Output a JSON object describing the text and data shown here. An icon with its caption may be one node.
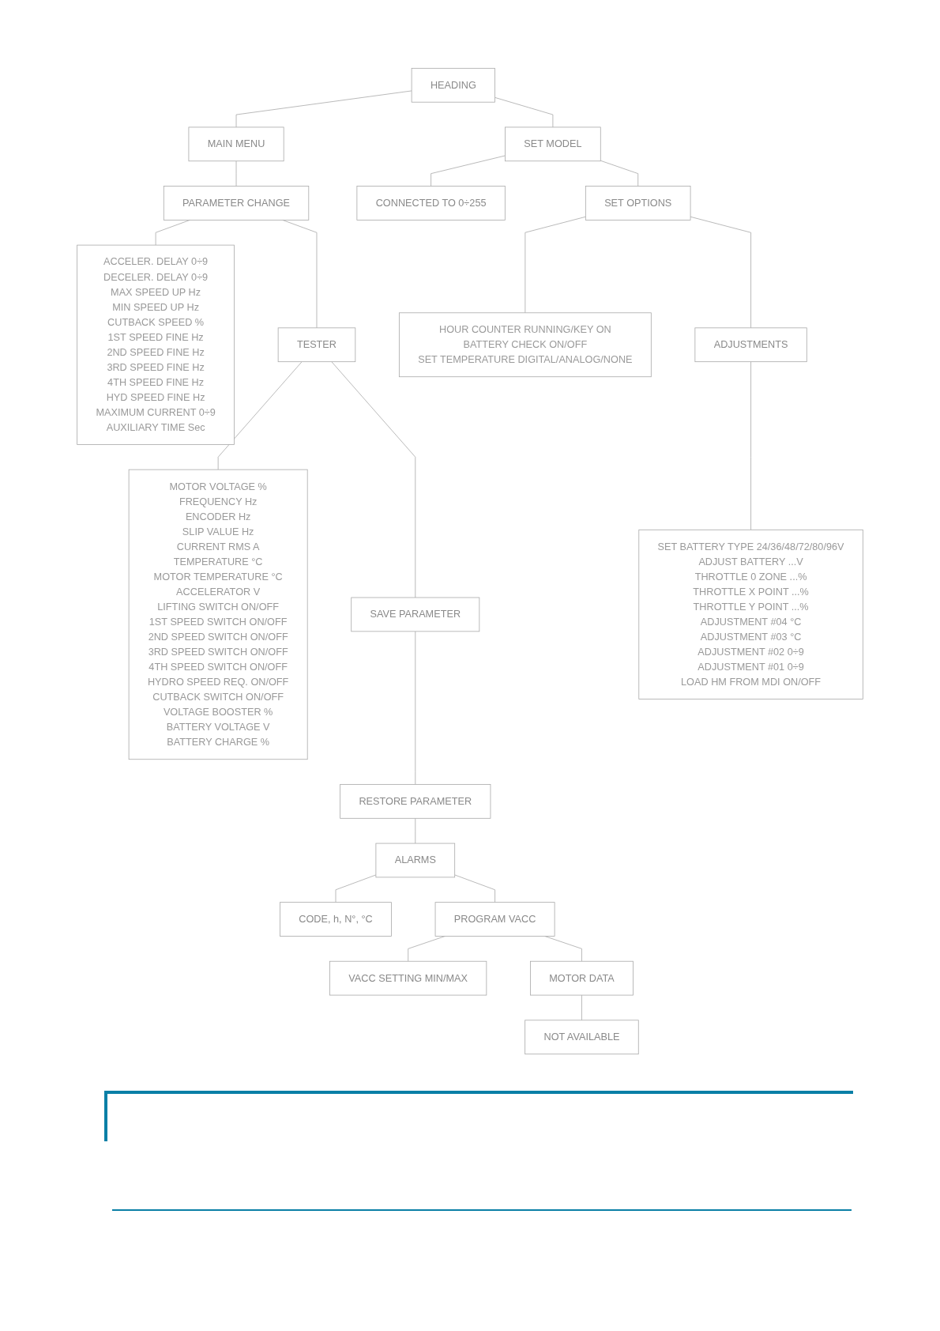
{
  "diagram": {
    "nodes": [
      {
        "text": [
          "HEADING"
        ]
      },
      {
        "text": [
          "MAIN MENU"
        ]
      },
      {
        "text": [
          "PARAMETER CHANGE"
        ]
      },
      {
        "text": [
          "ACCELER. DELAY 0÷9",
          "DECELER. DELAY 0÷9",
          "MAX SPEED UP Hz",
          "MIN SPEED UP Hz",
          "CUTBACK SPEED %",
          "1ST SPEED FINE Hz",
          "2ND SPEED FINE Hz",
          "3RD SPEED FINE Hz",
          "4TH SPEED FINE Hz",
          "HYD SPEED FINE Hz",
          "MAXIMUM CURRENT 0÷9",
          "AUXILIARY TIME Sec"
        ]
      },
      {
        "text": [
          "TESTER"
        ]
      },
      {
        "text": [
          "MOTOR VOLTAGE %",
          "FREQUENCY Hz",
          "ENCODER Hz",
          "SLIP VALUE Hz",
          "CURRENT RMS A",
          "TEMPERATURE °C",
          "MOTOR TEMPERATURE °C",
          "ACCELERATOR V",
          "LIFTING SWITCH ON/OFF",
          "1ST SPEED SWITCH ON/OFF",
          "2ND SPEED SWITCH ON/OFF",
          "3RD SPEED SWITCH ON/OFF",
          "4TH SPEED SWITCH ON/OFF",
          "HYDRO SPEED REQ. ON/OFF",
          "CUTBACK SWITCH ON/OFF",
          "VOLTAGE BOOSTER %",
          "BATTERY VOLTAGE V",
          "BATTERY CHARGE %"
        ]
      },
      {
        "text": [
          "SAVE PARAMETER"
        ]
      },
      {
        "text": [
          "RESTORE PARAMETER"
        ]
      },
      {
        "text": [
          "ALARMS"
        ]
      },
      {
        "text": [
          "CODE, h, N°, °C"
        ]
      },
      {
        "text": [
          "PROGRAM VACC"
        ]
      },
      {
        "text": [
          "VACC SETTING MIN/MAX"
        ]
      },
      {
        "text": [
          "MOTOR DATA"
        ]
      },
      {
        "text": [
          "NOT AVAILABLE"
        ]
      },
      {
        "text": [
          "SET MODEL"
        ]
      },
      {
        "text": [
          "CONNECTED TO 0÷255"
        ]
      },
      {
        "text": [
          "SET OPTIONS"
        ]
      },
      {
        "text": [
          "HOUR COUNTER RUNNING/KEY ON",
          "BATTERY CHECK ON/OFF",
          "SET TEMPERATURE DIGITAL/ANALOG/NONE"
        ]
      },
      {
        "text": [
          "ADJUSTMENTS"
        ]
      },
      {
        "text": [
          "SET BATTERY TYPE 24/36/48/72/80/96V",
          "ADJUST BATTERY ...V",
          "THROTTLE 0 ZONE ...%",
          "THROTTLE X POINT ...%",
          "THROTTLE Y POINT ...%",
          "ADJUSTMENT #04 °C",
          "ADJUSTMENT #03 °C",
          "ADJUSTMENT #02 0÷9",
          "ADJUSTMENT #01 0÷9",
          "LOAD HM FROM MDI ON/OFF"
        ]
      }
    ],
    "edges": [
      {
        "from": 0,
        "to": 1,
        "arrow": "none"
      },
      {
        "from": 0,
        "to": 14,
        "arrow": "none"
      },
      {
        "from": 1,
        "to": 2,
        "arrow": "none"
      },
      {
        "from": 2,
        "to": 3,
        "arrow": "none"
      },
      {
        "from": 2,
        "to": 4,
        "arrow": "none"
      },
      {
        "from": 4,
        "to": 5,
        "arrow": "none"
      },
      {
        "from": 4,
        "to": 6,
        "arrow": "none"
      },
      {
        "from": 6,
        "to": 7,
        "arrow": "none"
      },
      {
        "from": 7,
        "to": 8,
        "arrow": "none"
      },
      {
        "from": 8,
        "to": 9,
        "arrow": "none"
      },
      {
        "from": 8,
        "to": 10,
        "arrow": "none"
      },
      {
        "from": 10,
        "to": 11,
        "arrow": "none"
      },
      {
        "from": 10,
        "to": 12,
        "arrow": "none"
      },
      {
        "from": 12,
        "to": 13,
        "arrow": "none"
      },
      {
        "from": 14,
        "to": 15,
        "arrow": "none"
      },
      {
        "from": 14,
        "to": 16,
        "arrow": "none"
      },
      {
        "from": 16,
        "to": 17,
        "arrow": "none"
      },
      {
        "from": 16,
        "to": 18,
        "arrow": "none"
      },
      {
        "from": 18,
        "to": 19,
        "arrow": "none"
      }
    ]
  }
}
